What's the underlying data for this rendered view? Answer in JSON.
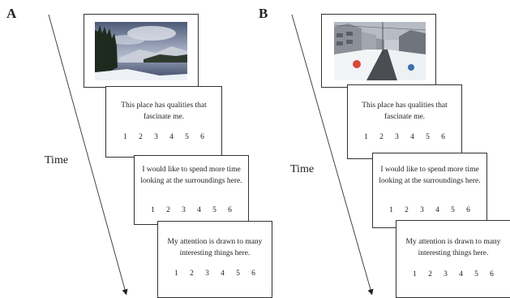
{
  "panels": [
    {
      "label": "A",
      "time_label": "Time",
      "photo": "landscape-photo",
      "cards": [
        {
          "statement": "This place has qualities that fascinate me.",
          "scale": [
            "1",
            "2",
            "3",
            "4",
            "5",
            "6"
          ]
        },
        {
          "statement": "I would like to spend more time looking at the surroundings here.",
          "scale": [
            "1",
            "2",
            "3",
            "4",
            "5",
            "6"
          ]
        },
        {
          "statement": "My attention is drawn to many interesting things here.",
          "scale": [
            "1",
            "2",
            "3",
            "4",
            "5",
            "6"
          ]
        }
      ]
    },
    {
      "label": "B",
      "time_label": "Time",
      "photo": "street-photo",
      "cards": [
        {
          "statement": "This place has qualities that fascinate me.",
          "scale": [
            "1",
            "2",
            "3",
            "4",
            "5",
            "6"
          ]
        },
        {
          "statement": "I would like to spend more time looking at the surroundings here.",
          "scale": [
            "1",
            "2",
            "3",
            "4",
            "5",
            "6"
          ]
        },
        {
          "statement": "My attention is drawn to many interesting things here.",
          "scale": [
            "1",
            "2",
            "3",
            "4",
            "5",
            "6"
          ]
        }
      ]
    }
  ]
}
